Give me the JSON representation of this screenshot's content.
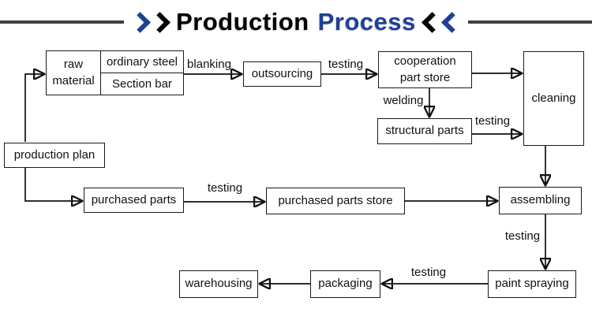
{
  "title": {
    "word1": "Production",
    "word2": "Process",
    "accent_color": "#1e4096",
    "text_color": "#000000",
    "rule_color": "#3f3f3f"
  },
  "nodes": {
    "production_plan": {
      "label": "production plan"
    },
    "raw_material": {
      "label": "raw material"
    },
    "ordinary_steel": {
      "label": "ordinary steel"
    },
    "section_bar": {
      "label": "Section bar"
    },
    "outsourcing": {
      "label": "outsourcing"
    },
    "cooperation_part_store": {
      "label": "cooperation part store"
    },
    "structural_parts": {
      "label": "structural parts"
    },
    "cleaning": {
      "label": "cleaning"
    },
    "purchased_parts": {
      "label": "purchased parts"
    },
    "purchased_parts_store": {
      "label": "purchased parts store"
    },
    "assembling": {
      "label": "assembling"
    },
    "paint_spraying": {
      "label": "paint spraying"
    },
    "packaging": {
      "label": "packaging"
    },
    "warehousing": {
      "label": "warehousing"
    }
  },
  "edge_labels": {
    "blanking": "blanking",
    "testing_outsourcing_to_coop": "testing",
    "welding": "welding",
    "testing_structural_to_cleaning": "testing",
    "testing_purchased": "testing",
    "testing_assembling_to_paint": "testing",
    "testing_paint_to_packaging": "testing"
  },
  "edges": [
    {
      "from": "production_plan",
      "to": "raw_material",
      "label": ""
    },
    {
      "from": "raw_material",
      "to": "outsourcing",
      "label": "blanking"
    },
    {
      "from": "outsourcing",
      "to": "cooperation_part_store",
      "label": "testing"
    },
    {
      "from": "cooperation_part_store",
      "to": "cleaning",
      "label": ""
    },
    {
      "from": "cooperation_part_store",
      "to": "structural_parts",
      "label": "welding"
    },
    {
      "from": "structural_parts",
      "to": "cleaning",
      "label": "testing"
    },
    {
      "from": "cleaning",
      "to": "assembling",
      "label": ""
    },
    {
      "from": "production_plan",
      "to": "purchased_parts",
      "label": ""
    },
    {
      "from": "purchased_parts",
      "to": "purchased_parts_store",
      "label": "testing"
    },
    {
      "from": "purchased_parts_store",
      "to": "assembling",
      "label": ""
    },
    {
      "from": "assembling",
      "to": "paint_spraying",
      "label": "testing"
    },
    {
      "from": "paint_spraying",
      "to": "packaging",
      "label": "testing"
    },
    {
      "from": "packaging",
      "to": "warehousing",
      "label": ""
    }
  ]
}
